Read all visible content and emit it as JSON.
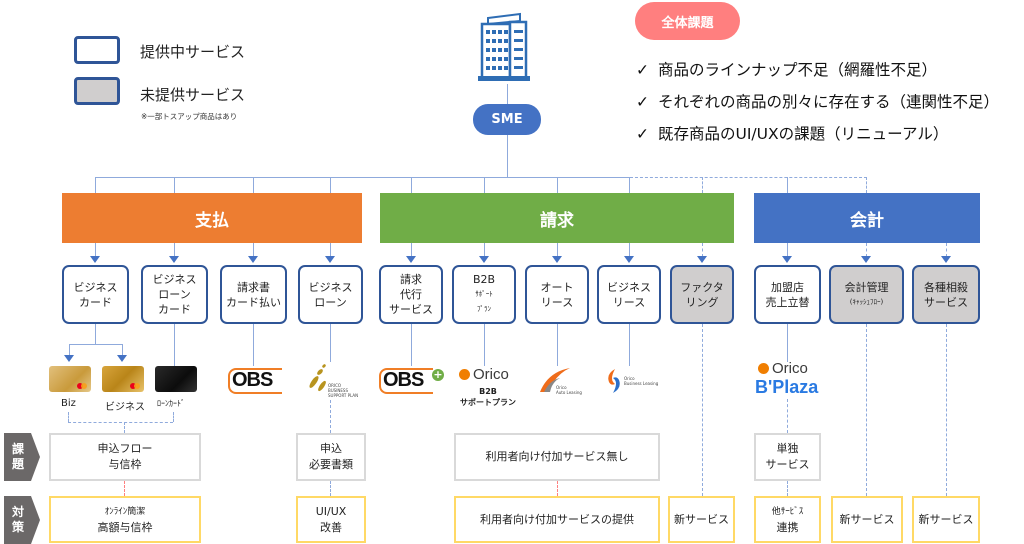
{
  "legend": {
    "provided": "提供中サービス",
    "not_provided": "未提供サービス",
    "note": "※一部トスアップ商品はあり"
  },
  "overall_issues": {
    "title": "全体課題",
    "items": [
      "商品のラインナップ不足（網羅性不足）",
      "それぞれの商品の別々に存在する（連関性不足）",
      "既存商品のUI/UXの課題（リニューアル）"
    ],
    "check_icon": "✓"
  },
  "root": {
    "icon": "building-icon",
    "label": "SME"
  },
  "categories": [
    {
      "label": "支払",
      "color": "#ed7d31"
    },
    {
      "label": "請求",
      "color": "#70ad47"
    },
    {
      "label": "会計",
      "color": "#4472c4"
    }
  ],
  "services": {
    "pay": [
      {
        "lines": [
          "ビジネス",
          "カード"
        ],
        "status": "provided"
      },
      {
        "lines": [
          "ビジネス",
          "ローン",
          "カード"
        ],
        "status": "provided"
      },
      {
        "lines": [
          "請求書",
          "カード払い"
        ],
        "status": "provided"
      },
      {
        "lines": [
          "ビジネス",
          "ローン"
        ],
        "status": "provided"
      }
    ],
    "bill": [
      {
        "lines": [
          "請求",
          "代行",
          "サービス"
        ],
        "status": "provided"
      },
      {
        "lines": [
          "B2B",
          "ｻﾎﾟｰﾄ",
          "ﾌﾟﾗﾝ"
        ],
        "status": "provided"
      },
      {
        "lines": [
          "オート",
          "リース"
        ],
        "status": "provided"
      },
      {
        "lines": [
          "ビジネス",
          "リース"
        ],
        "status": "provided"
      },
      {
        "lines": [
          "ファクタ",
          "リング"
        ],
        "status": "not_provided"
      }
    ],
    "acct": [
      {
        "lines": [
          "加盟店",
          "売上立替"
        ],
        "status": "provided"
      },
      {
        "lines": [
          "会計管理",
          "(ｷｬｯｼｭﾌﾛｰ)"
        ],
        "status": "not_provided"
      },
      {
        "lines": [
          "各種相殺",
          "サービス"
        ],
        "status": "not_provided"
      }
    ]
  },
  "products": {
    "cards": [
      "Biz",
      "ビジネス",
      "ﾛｰﾝｶｰﾄﾞ"
    ],
    "obs": "OBS",
    "obs_plus": "+",
    "orico_bsp": [
      "ORICO",
      "BUSINESS",
      "SUPPORT PLAN"
    ],
    "orico": "Orico",
    "b2b_plan": [
      "B2B",
      "サポートプラン"
    ],
    "auto_leasing": [
      "Orico",
      "Auto Leasing"
    ],
    "business_leasing": [
      "Orico",
      "Business Leasing"
    ],
    "bplaza": "B'Plaza"
  },
  "row_labels": {
    "issue": [
      "課",
      "題"
    ],
    "measure": [
      "対",
      "策"
    ]
  },
  "issues": [
    [
      "申込フロー",
      "与信枠"
    ],
    [
      "申込",
      "必要書類"
    ],
    [
      "利用者向け付加サービス無し"
    ],
    [
      "単独",
      "サービス"
    ]
  ],
  "measures": [
    [
      "ｵﾝﾗｲﾝ簡潔",
      "高額与信枠"
    ],
    [
      "UI/UX",
      "改善"
    ],
    [
      "利用者向け付加サービスの提供"
    ],
    [
      "新サービス"
    ],
    [
      "他ｻｰﾋﾞｽ",
      "連携"
    ],
    [
      "新サービス"
    ],
    [
      "新サービス"
    ]
  ]
}
